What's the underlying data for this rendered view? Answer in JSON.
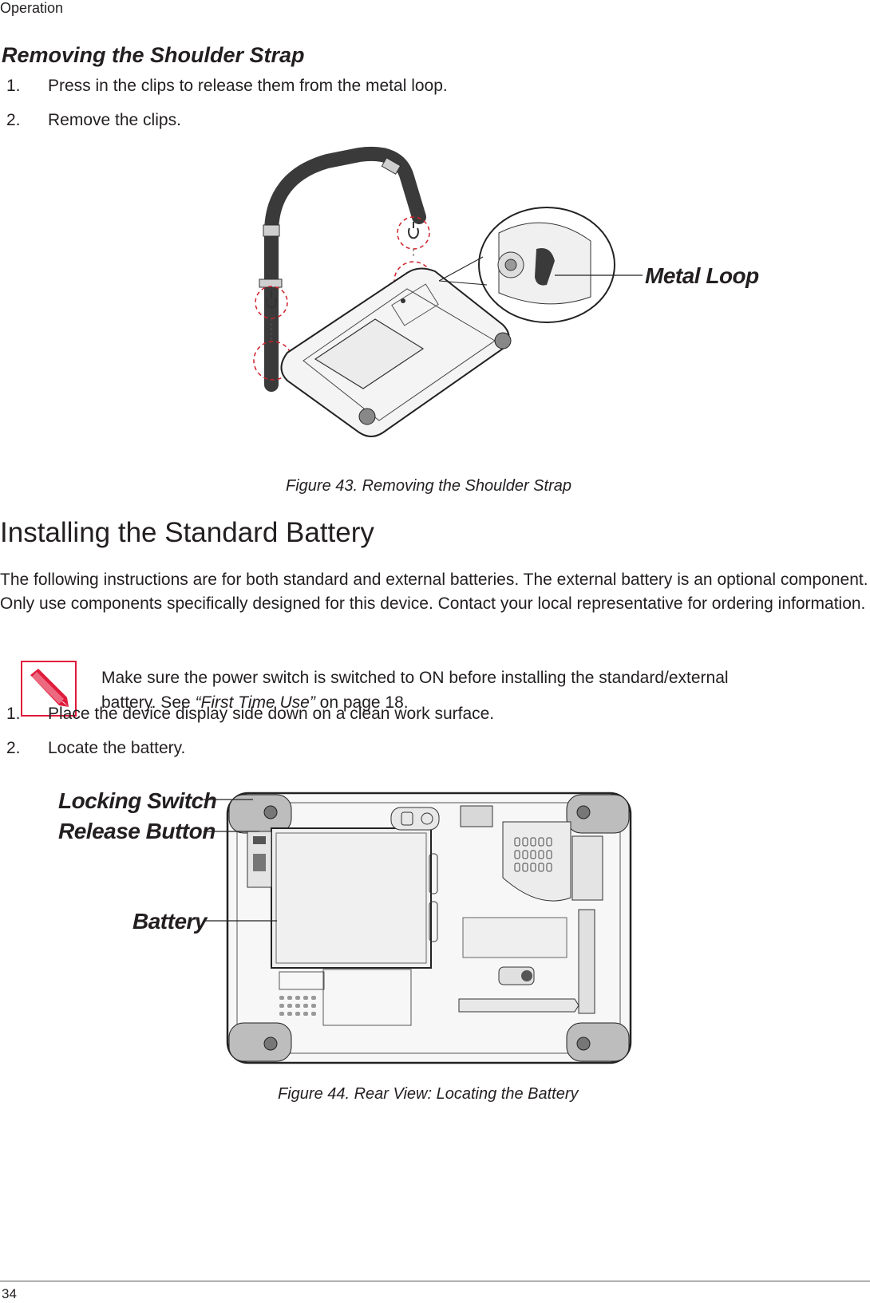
{
  "header": {
    "section": "Operation"
  },
  "shoulder_strap": {
    "heading": "Removing the Shoulder Strap",
    "steps": [
      {
        "num": "1.",
        "text": "Press in the clips to release them from the metal loop."
      },
      {
        "num": "2.",
        "text": "Remove the clips."
      }
    ],
    "callout_metal_loop": "Metal Loop",
    "figure_caption": "Figure 43.  Removing the Shoulder Strap"
  },
  "battery": {
    "heading": "Installing the Standard Battery",
    "paragraph": "The following instructions are for both standard and external batteries. The external battery is an optional component. Only use components specifically designed for this device. Contact your local representative for ordering information.",
    "note_line1": "Make sure the power switch is switched to ON before installing the standard/external",
    "note_prefix": "battery. See ",
    "note_ref": "“First Time Use”",
    "note_suffix": " on page 18.",
    "steps": [
      {
        "num": "1.",
        "text": "Place the device display side down on a clean work surface."
      },
      {
        "num": "2.",
        "text": "Locate the battery."
      }
    ],
    "callout_locking_switch": "Locking Switch",
    "callout_release_button": "Release Button",
    "callout_battery": "Battery",
    "figure_caption": "Figure 44.  Rear View: Locating the Battery",
    "note_icon": "pencil-note-icon",
    "note_icon_color": "#e01b3c"
  },
  "footer": {
    "page_number": "34"
  }
}
